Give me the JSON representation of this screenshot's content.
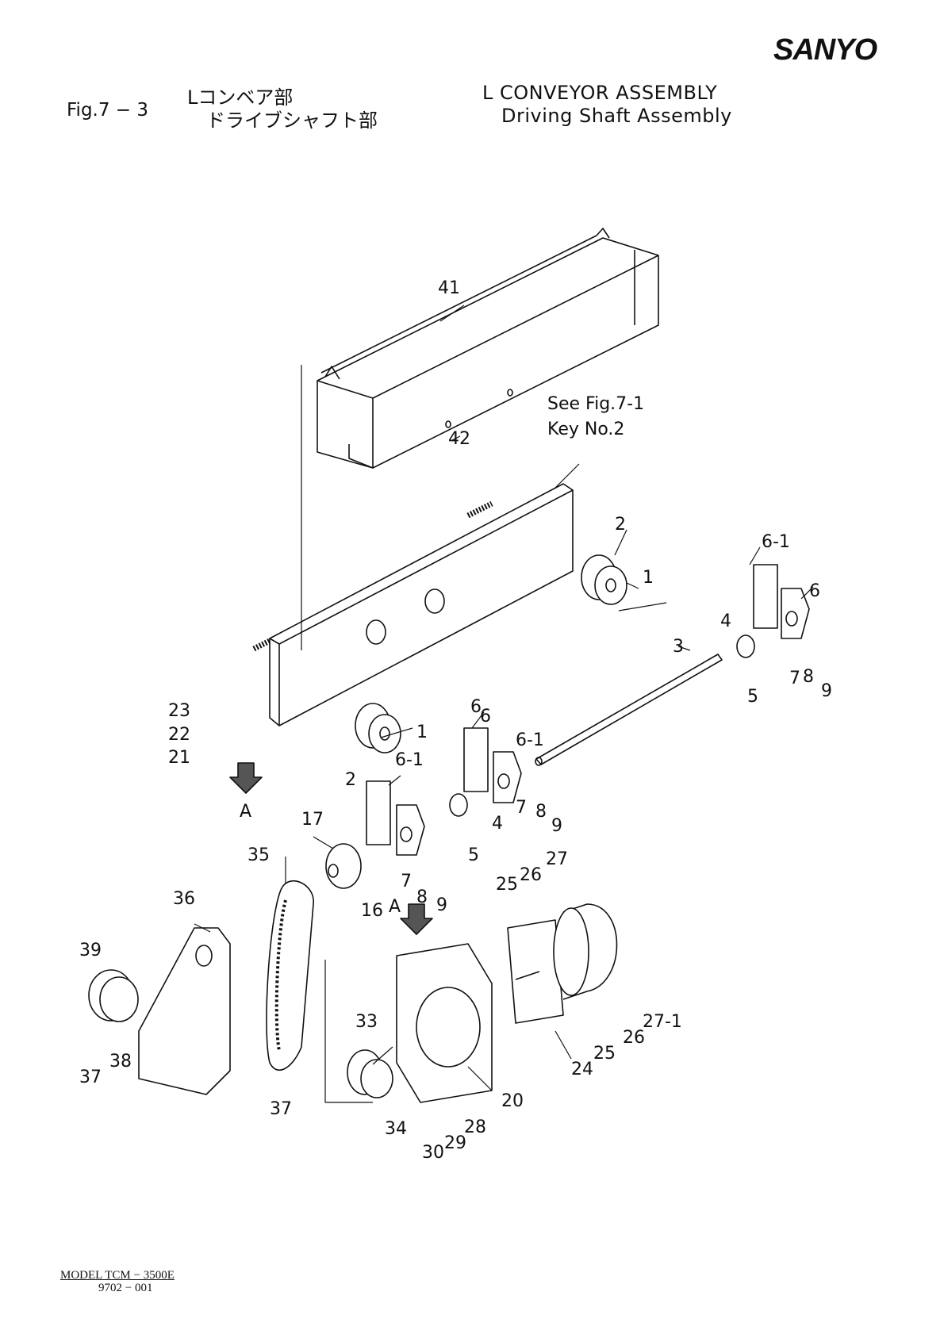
{
  "header": {
    "brand": "SANYO",
    "figure_no": "Fig.7 − 3",
    "title_jp": "Lコンベア部",
    "subtitle_jp": "ドライブシャフト部",
    "title_en": "L  CONVEYOR  ASSEMBLY",
    "subtitle_en": "Driving  Shaft  Assembly"
  },
  "footer": {
    "model": "MODEL  TCM − 3500E",
    "code": "9702 − 001"
  },
  "note": {
    "line1": "See Fig.7-1",
    "line2": "Key No.2"
  },
  "view_markers": [
    "A",
    "A"
  ],
  "callouts": [
    "41",
    "42",
    "2",
    "1",
    "6-1",
    "6",
    "4",
    "3",
    "5",
    "7",
    "8",
    "9",
    "23",
    "22",
    "21",
    "1",
    "2",
    "6-1",
    "6",
    "6-1",
    "6",
    "7",
    "8",
    "9",
    "4",
    "5",
    "17",
    "35",
    "16",
    "7",
    "8",
    "9",
    "36",
    "39",
    "38",
    "37",
    "37",
    "33",
    "34",
    "30",
    "29",
    "28",
    "20",
    "25",
    "26",
    "27",
    "24",
    "25",
    "26",
    "27-1"
  ]
}
